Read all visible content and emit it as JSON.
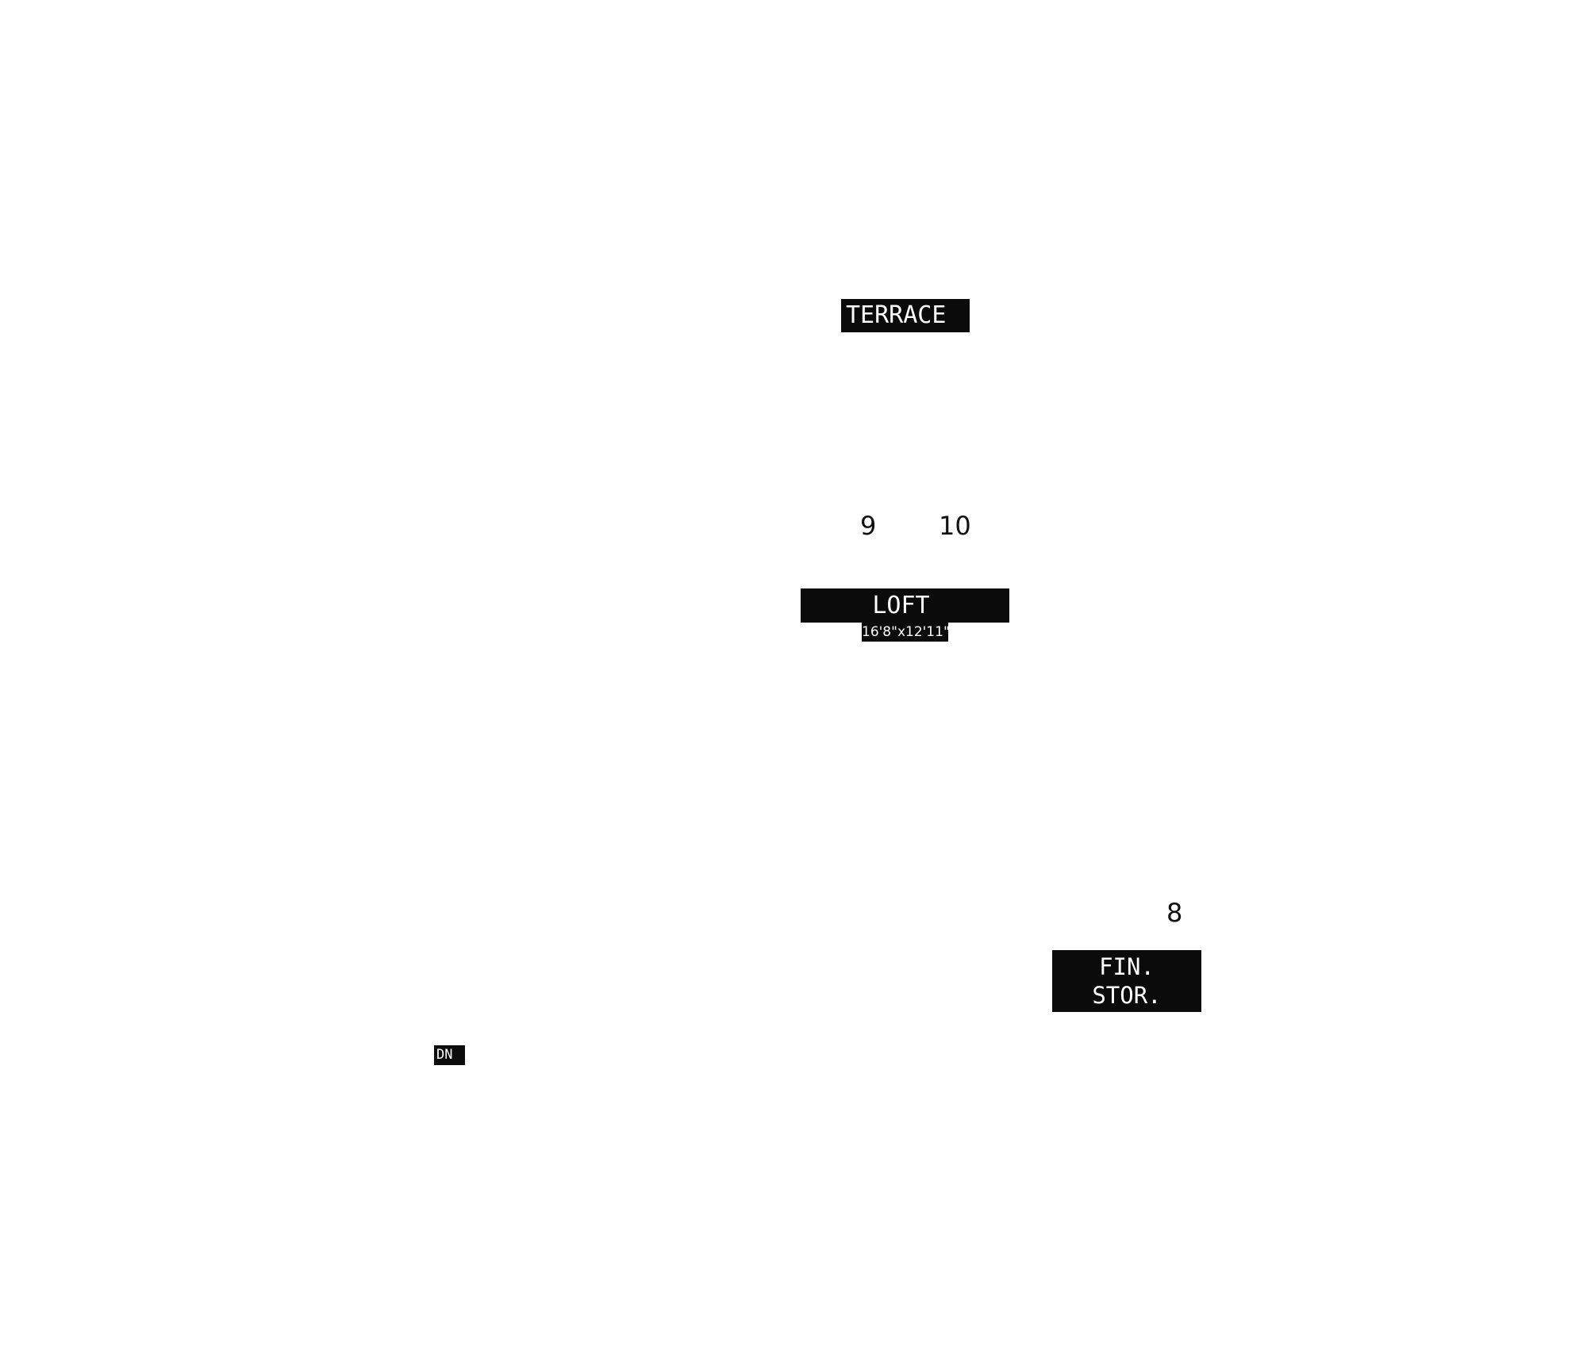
{
  "plan": {
    "rooms": {
      "terrace": {
        "label": "TERRACE"
      },
      "loft": {
        "label": "LOFT",
        "dimensions": "16'8\"x12'11\""
      },
      "fin_stor": {
        "label": "FIN.\nSTOR."
      }
    },
    "stairs": {
      "label": "DN"
    },
    "markers": {
      "m9": "9",
      "m10": "10",
      "m8": "8"
    }
  },
  "colors": {
    "tag_background": "#0b0b0b",
    "tag_text": "#ffffff",
    "marker_text": "#111111",
    "page_background": "#ffffff"
  }
}
